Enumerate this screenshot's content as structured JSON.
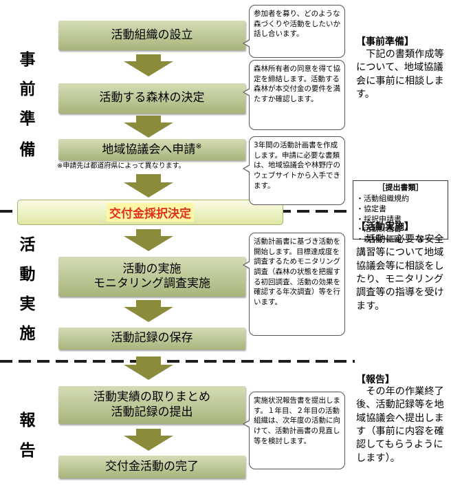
{
  "phases": [
    {
      "chars": [
        "事",
        "前",
        "準",
        "備"
      ]
    },
    {
      "chars": [
        "活",
        "動",
        "実",
        "施"
      ]
    },
    {
      "chars": [
        "報",
        "告"
      ]
    }
  ],
  "steps": [
    {
      "lines": [
        "活動組織の設立"
      ]
    },
    {
      "lines": [
        "活動する森林の決定"
      ]
    },
    {
      "lines": [
        "地域協議会へ申請"
      ],
      "mark": "※"
    },
    {
      "lines": [
        "活動の実施",
        "モニタリング調査実施"
      ]
    },
    {
      "lines": [
        "活動記録の保存"
      ]
    },
    {
      "lines": [
        "活動実績の取りまとめ",
        "活動記録の提出"
      ]
    },
    {
      "lines": [
        "交付金活動の完了"
      ]
    }
  ],
  "footnote": "※申請先は都道府県によって異なります。",
  "decision": "交付金採択決定",
  "notes": [
    "参加者を募り、どのような森づくりや活動をしたいか話し合います。",
    "森林所有者の同意を得て協定を締結します。活動する森林が本交付金の要件を満たすか確認します。",
    "3年間の活動計画書を作成します。申請に必要な書類は、地域協議会や林野庁のウェブサイトから入手できます。",
    "活動計画書に基づき活動を開始します。目標達成度を調査するためモニタリング調査（森林の状態を把握する初回調査、活動の効果を確認する年次調査）等を行います。",
    "実施状況報告書を提出します。１年目、２年目の活動組織は、次年度の活動に向けて、活動計画書の見直し等を検討します。"
  ],
  "sidebar": {
    "prep": {
      "heading": "【事前準備】",
      "text": "下記の書類作成等について、地域協議会に事前に相談します。"
    },
    "docs": {
      "title": "［提出書類］",
      "items": [
        "・活動組織規約",
        "・協定書",
        "・採択申請書",
        "・活動計画書",
        "・森林計画図　　等"
      ]
    },
    "impl": {
      "heading": "【活動実施】",
      "text": "活動に必要な安全講習等について地域協議会等に相談をしたり、モニタリング調査等の指導を受けます。"
    },
    "report": {
      "heading": "【報告】",
      "text": "その年の作業終了後、活動記録等を地域協議会へ提出します（事前に内容を確認してもらうようにします）。"
    }
  },
  "colors": {
    "step": "#b7c28f",
    "arrow": "#8b8b3c",
    "dash": "#1e1e1e",
    "decision_text": "#e0301e",
    "decision_highlight": "#fff7a6"
  }
}
